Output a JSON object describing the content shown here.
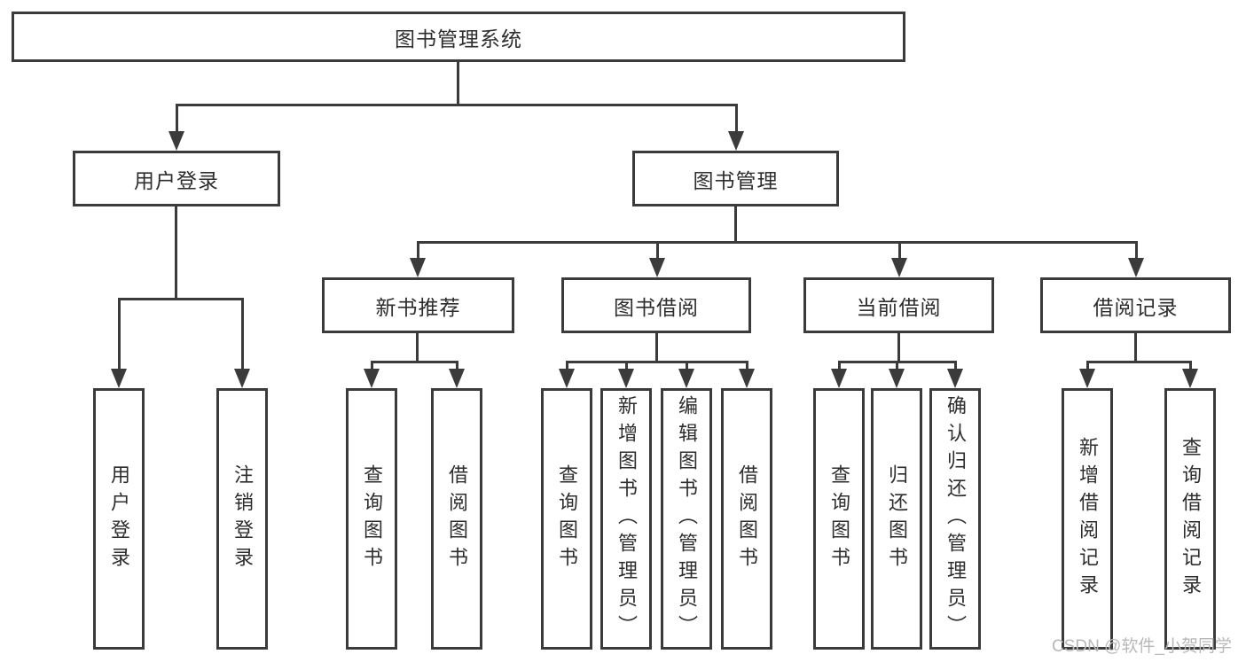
{
  "diagram": {
    "root": {
      "label": "图书管理系统"
    },
    "branches": [
      {
        "label": "用户登录",
        "children": [
          "用户登录",
          "注销登录"
        ]
      },
      {
        "label": "图书管理",
        "sections": [
          {
            "label": "新书推荐",
            "children": [
              "查询图书",
              "借阅图书"
            ]
          },
          {
            "label": "图书借阅",
            "children": [
              "查询图书",
              "新增图书（管理员）",
              "编辑图书（管理员）",
              "借阅图书"
            ]
          },
          {
            "label": "当前借阅",
            "children": [
              "查询图书",
              "归还图书",
              "确认归还（管理员）"
            ]
          },
          {
            "label": "借阅记录",
            "children": [
              "新增借阅记录",
              "查询借阅记录"
            ]
          }
        ]
      }
    ]
  },
  "watermark": {
    "label": "CSDN @软件_小贺同学"
  },
  "colors": {
    "line": "#3b3b3b",
    "text": "#2d2d2d",
    "watermark": "#b8b8b8",
    "background": "#ffffff"
  }
}
